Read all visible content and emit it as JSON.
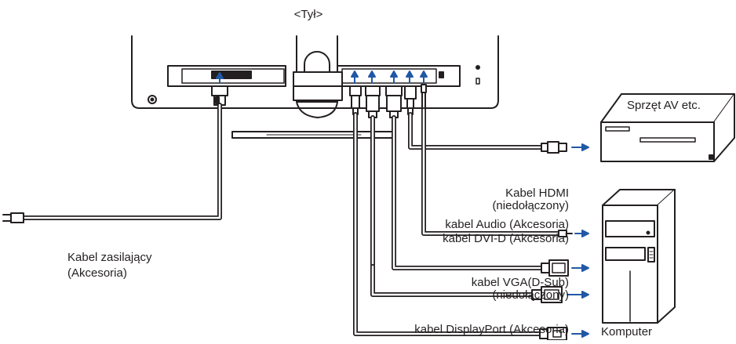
{
  "diagram": {
    "view_label": "<Tył>",
    "cables": {
      "power": {
        "line1": "Kabel zasilający",
        "line2": "(Akcesoria)"
      },
      "hdmi": {
        "line1": "Kabel HDMI",
        "line2": "(niedołączony)"
      },
      "audio": {
        "line1": "kabel Audio (Akcesoria)"
      },
      "dvi": {
        "line1": "kabel DVI-D (Akcesoria)"
      },
      "vga": {
        "line1": "kabel VGA(D-Sub)",
        "line2": "(niedołączony)"
      },
      "displayport": {
        "line1": "kabel DisplayPort (Akcesoria)"
      }
    },
    "devices": {
      "av": "Sprzęt AV etc.",
      "computer": "Komputer"
    },
    "colors": {
      "line": "#231f20",
      "arrow": "#2158a6"
    }
  }
}
